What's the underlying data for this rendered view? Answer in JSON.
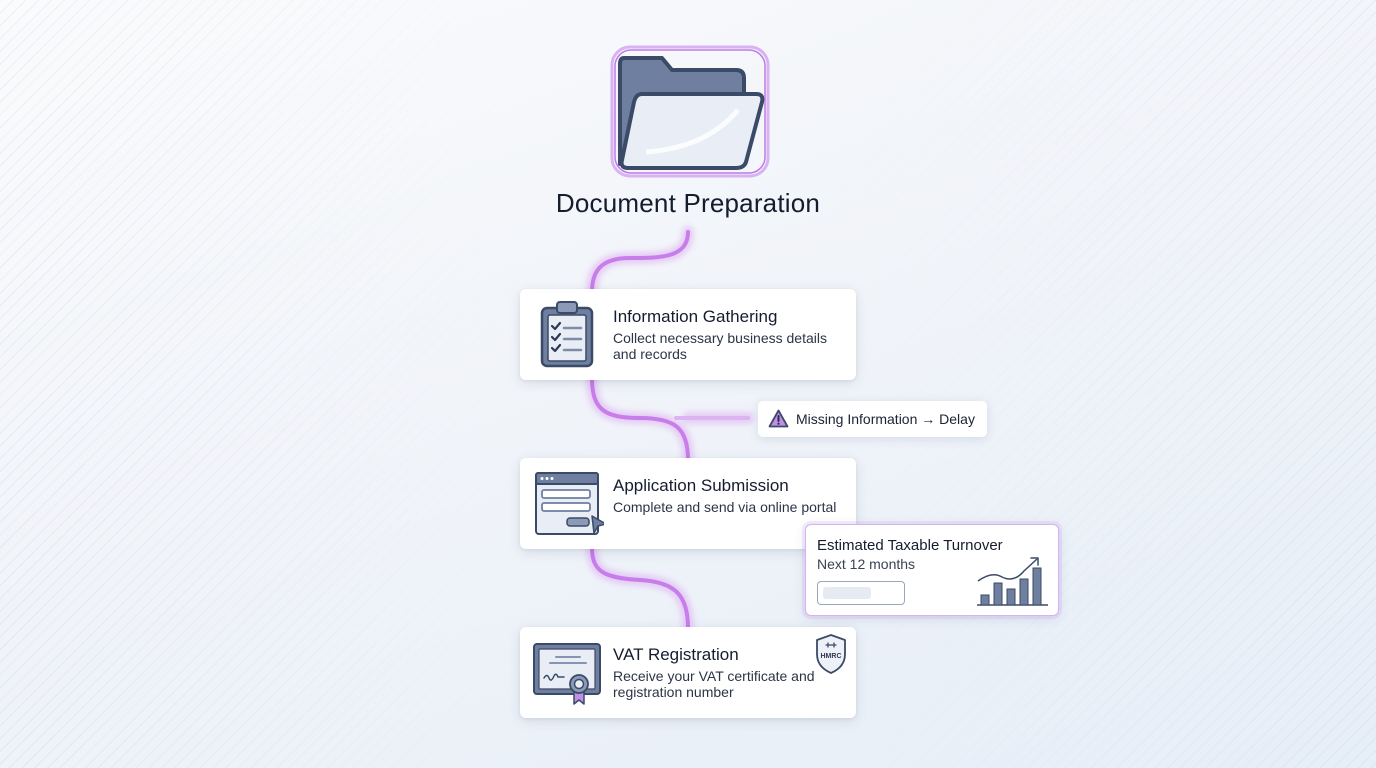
{
  "diagram": {
    "title": "Document Preparation",
    "steps": [
      {
        "title": "Information Gathering",
        "description": "Collect necessary business details and records",
        "icon": "clipboard-checklist-icon"
      },
      {
        "title": "Application Submission",
        "description": "Complete and send via online portal",
        "icon": "browser-form-icon"
      },
      {
        "title": "VAT Registration",
        "description": "Receive your VAT certificate and registration number",
        "icon": "certificate-icon",
        "seal_text": "HMRC"
      }
    ],
    "warning": {
      "text": "Missing Information → Delay",
      "icon": "warning-triangle-icon"
    },
    "turnover_panel": {
      "title": "Estimated Taxable Turnover",
      "subtitle": "Next 12 months",
      "icon": "bar-chart-trend-icon"
    }
  },
  "colors": {
    "connector": "#c77dea",
    "icon_fill": "#6e7f9f",
    "icon_stroke": "#3b4a66",
    "accent_purple": "#b983e6"
  }
}
